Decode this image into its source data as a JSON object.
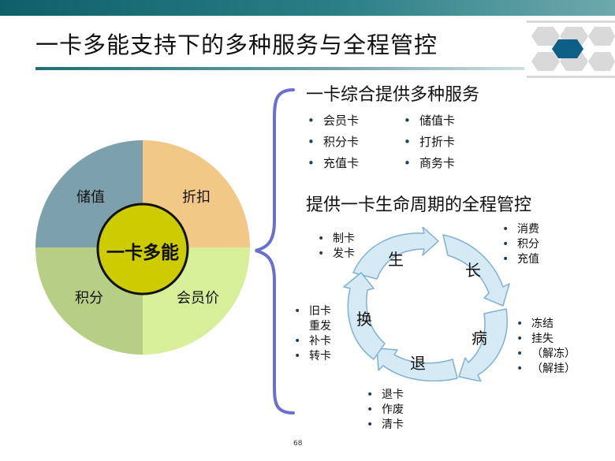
{
  "title": "一卡多能支持下的多种服务与全程管控",
  "colors": {
    "topbar": "#1a6a73",
    "q_tl": "#7da1ac",
    "q_tr": "#f2c887",
    "q_bl": "#b6cf84",
    "q_br": "#d8ef9a",
    "center": "#cccc00",
    "brace": "#6b6fcf",
    "cycle_arrow": "#d6eaf5",
    "cycle_stroke": "#7fb1cf"
  },
  "circle": {
    "center_label": "一卡多能",
    "quadrants": [
      "储值",
      "折扣",
      "积分",
      "会员价"
    ]
  },
  "services": {
    "heading": "一卡综合提供多种服务",
    "col1": [
      "会员卡",
      "积分卡",
      "充值卡"
    ],
    "col2": [
      "储值卡",
      "打折卡",
      "商务卡"
    ]
  },
  "lifecycle": {
    "heading": "提供一卡生命周期的全程管控",
    "stages": [
      "生",
      "长",
      "病",
      "退",
      "换"
    ],
    "birth": [
      "制卡",
      "发卡"
    ],
    "grow": [
      "消费",
      "积分",
      "充值"
    ],
    "sick": [
      "冻结",
      "挂失",
      "（解冻）",
      "（解挂）"
    ],
    "exit": [
      "退卡",
      "作废",
      "清卡"
    ],
    "swap": [
      "旧卡",
      "重发",
      "补卡",
      "转卡"
    ]
  },
  "page_number": "68"
}
